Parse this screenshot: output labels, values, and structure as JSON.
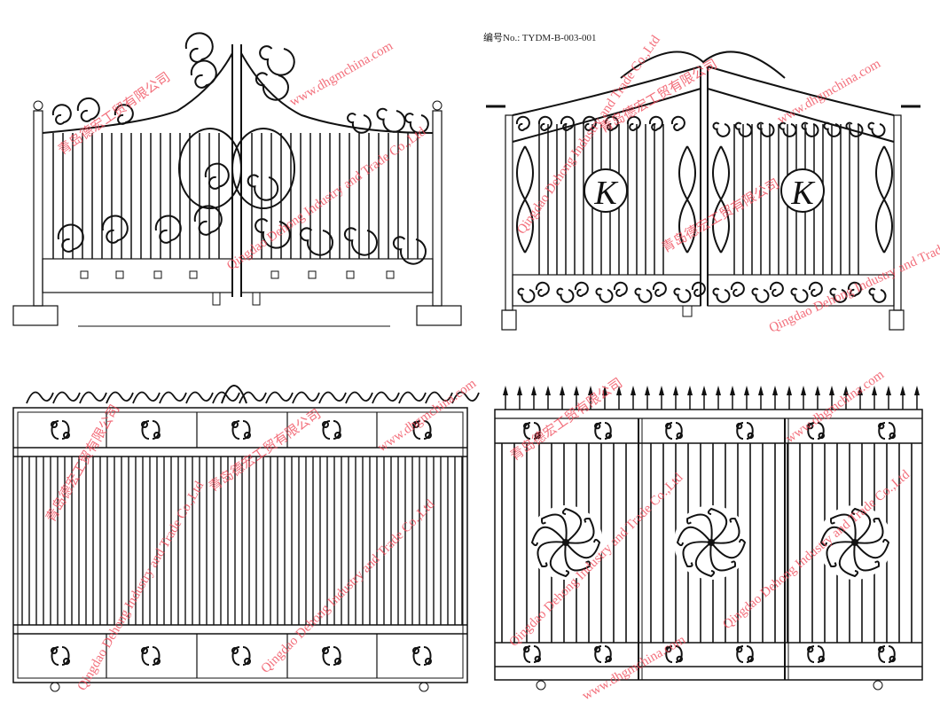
{
  "drawing_code": "编号No.: TYDM-B-003-001",
  "watermarks": {
    "company_cn": "青岛德宏工贸有限公司",
    "company_en": "Qingdao Dehong Industry and Trade Co.,Ltd",
    "website": "www.dhgmchina.com"
  },
  "colors": {
    "line": "#111111",
    "watermark": "#f04a5a"
  },
  "gates": [
    {
      "name": "double-swing-scroll-gate",
      "style": "scroll crest with pillars"
    },
    {
      "name": "double-swing-k-monogram-gate",
      "monogram": "K"
    },
    {
      "name": "scroll-top-fence-panel"
    },
    {
      "name": "spear-top-flower-fence-panel"
    }
  ]
}
